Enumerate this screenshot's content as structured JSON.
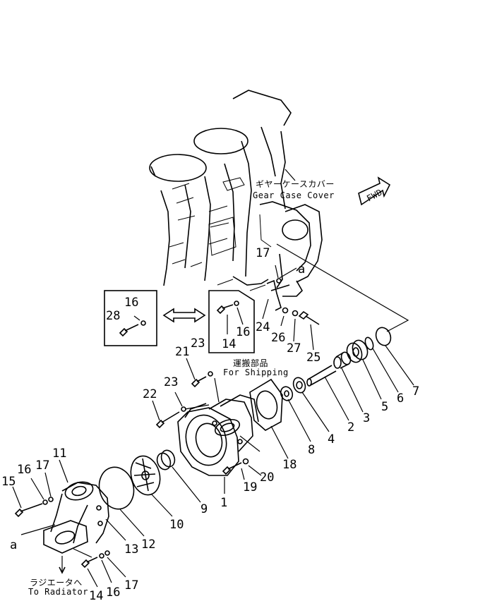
{
  "annotations": {
    "gear_case_jp": "ギヤーケースカバー",
    "gear_case_en": "Gear Case Cover",
    "fwd": "FWD",
    "shipping_jp": "運搬部品",
    "shipping_en": "For Shipping",
    "radiator_jp": "ラジエータへ",
    "radiator_en": "To Radiator",
    "ref_a_top": "a",
    "ref_a_bottom": "a"
  },
  "part_numbers": {
    "p1": "1",
    "p2": "2",
    "p3": "3",
    "p4": "4",
    "p5": "5",
    "p6": "6",
    "p7": "7",
    "p8": "8",
    "p9": "9",
    "p10": "10",
    "p11": "11",
    "p12": "12",
    "p13": "13",
    "p14_box": "14",
    "p14_bottom": "14",
    "p15": "15",
    "p16_inset": "16",
    "p16_box": "16",
    "p16_left": "16",
    "p16_bottom": "16",
    "p17_top": "17",
    "p17_left": "17",
    "p17_bottom": "17",
    "p18": "18",
    "p19": "19",
    "p20": "20",
    "p21": "21",
    "p22": "22",
    "p23_a": "23",
    "p23_b": "23",
    "p24": "24",
    "p25": "25",
    "p26": "26",
    "p27": "27",
    "p28": "28"
  }
}
